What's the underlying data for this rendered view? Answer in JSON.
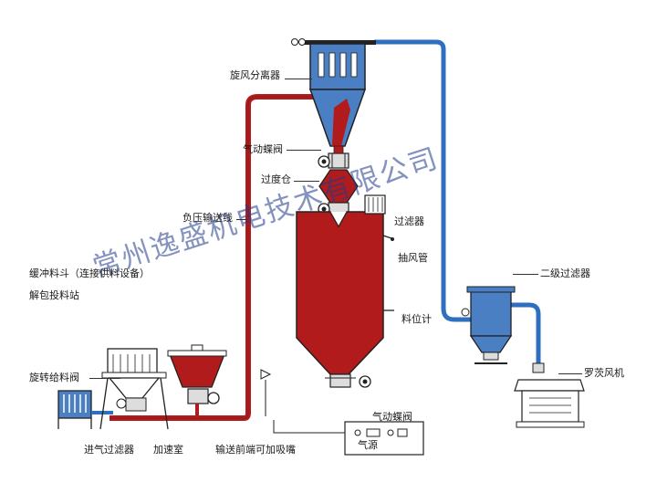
{
  "labels": {
    "cyclone": "旋风分离器",
    "pneumatic_valve_top": "气动蝶阀",
    "transition_bin": "过度仓",
    "negative_line": "负压输送线",
    "filter": "过滤器",
    "suction_pipe": "抽风管",
    "level_gauge": "料位计",
    "secondary_filter": "二级过滤器",
    "buffer_hopper": "缓冲料斗（连接供料设备）",
    "unpacking_station": "解包投料站",
    "rotary_valve": "旋转给料阀",
    "roots_blower": "罗茨风机",
    "pneumatic_valve_bottom": "气动蝶阀",
    "air_source": "气源",
    "inlet_filter": "进气过滤器",
    "acceleration_chamber": "加速室",
    "front_suction_nozzle": "输送前端可加吸嘴"
  },
  "watermark": "常州逸盛机电技术有限公司",
  "colors": {
    "material": "#b11b1b",
    "equipment": "#4a7fc4",
    "pipe_blue": "#2f6fc0",
    "outline": "#222222"
  }
}
